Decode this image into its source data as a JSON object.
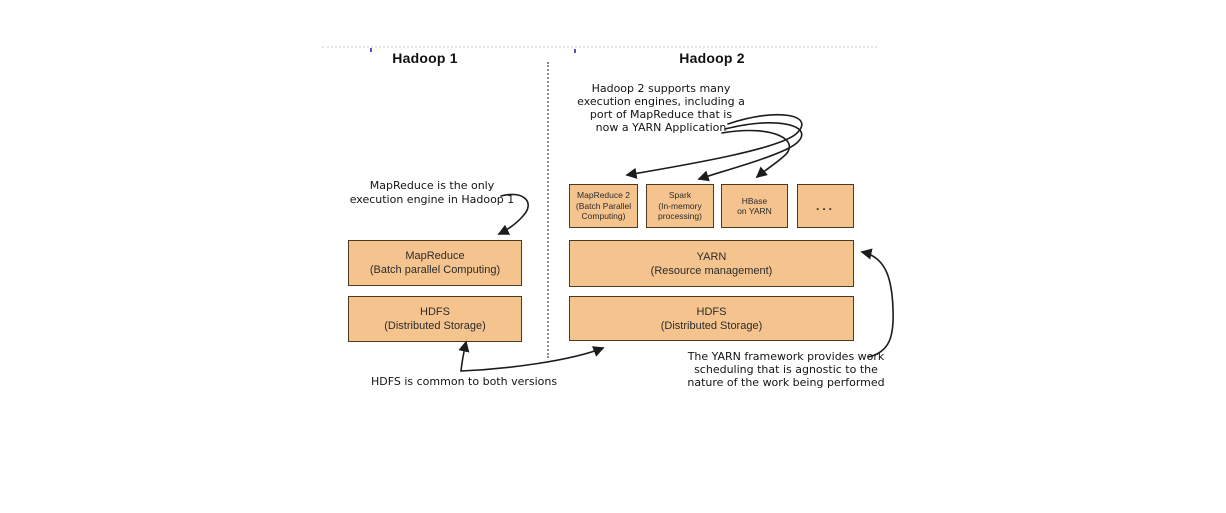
{
  "titles": {
    "hadoop1": "Hadoop 1",
    "hadoop2": "Hadoop 2"
  },
  "annotations": {
    "hadoop2_engines": {
      "line1": "Hadoop 2 supports many",
      "line2": "execution engines, including a",
      "line3": "port of MapReduce that is",
      "line4": "now a YARN Application"
    },
    "mapreduce_only": {
      "line1": "MapReduce is the only",
      "line2": "execution engine in Hadoop 1"
    },
    "hdfs_common": "HDFS is common to both versions",
    "yarn_framework": {
      "line1": "The YARN framework provides work",
      "line2": "scheduling that is agnostic to the",
      "line3": "nature of the work being performed"
    }
  },
  "hadoop1": {
    "boxes": {
      "mapreduce": {
        "title": "MapReduce",
        "subtitle": "(Batch parallel Computing)"
      },
      "hdfs": {
        "title": "HDFS",
        "subtitle": "(Distributed Storage)"
      }
    }
  },
  "hadoop2": {
    "apps": [
      {
        "lines": [
          "MapReduce 2",
          "(Batch Parallel",
          "Computing)"
        ]
      },
      {
        "lines": [
          "Spark",
          "(In-memory",
          "processing)"
        ]
      },
      {
        "lines": [
          "HBase",
          "on YARN"
        ]
      },
      {
        "lines": [
          "..."
        ]
      }
    ],
    "boxes": {
      "yarn": {
        "title": "YARN",
        "subtitle": "(Resource management)"
      },
      "hdfs": {
        "title": "HDFS",
        "subtitle": "(Distributed Storage)"
      }
    }
  },
  "colors": {
    "box_fill": "#f5c48e",
    "box_border": "#4e3a1f",
    "arrow": "#1c1c1c",
    "divider": "#8d8d8d"
  }
}
